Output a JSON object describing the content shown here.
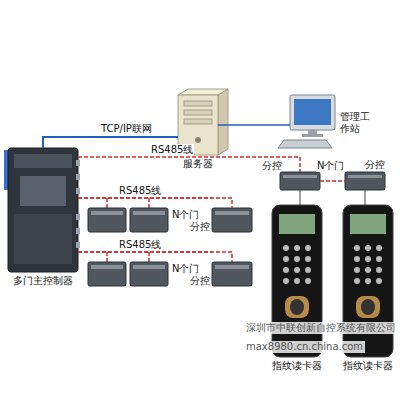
{
  "diagram": {
    "nodes": [
      {
        "text": [
          "多门主控制器"
        ]
      },
      {
        "text": [
          "服务器"
        ]
      },
      {
        "text": [
          "管理工作站"
        ]
      },
      {
        "text": [
          "分控"
        ]
      },
      {
        "text": [
          "分控"
        ]
      },
      {
        "text": [
          "指纹读卡器"
        ]
      },
      {
        "text": [
          "指纹读卡器"
        ]
      },
      {
        "text": [
          "分控"
        ]
      },
      {
        "text": [
          "分控"
        ]
      }
    ],
    "edges": [
      {
        "from": 0,
        "to": 1,
        "label": "TCP/IP联网",
        "arrow": "none"
      },
      {
        "from": 1,
        "to": 2,
        "arrow": "none"
      },
      {
        "from": 0,
        "to": 3,
        "label": "RS485线",
        "arrow": "none"
      },
      {
        "from": 3,
        "to": 4,
        "label": "N个门",
        "arrow": "none"
      },
      {
        "from": 3,
        "to": 5,
        "arrow": "none"
      },
      {
        "from": 4,
        "to": 6,
        "arrow": "none"
      },
      {
        "from": 0,
        "to": 7,
        "label": "RS485线",
        "arrow": "none"
      },
      {
        "from": 0,
        "to": 8,
        "label": "RS485线",
        "arrow": "none"
      }
    ],
    "labels": [
      "N个门",
      "N个门",
      "深圳市中联创新自控系统有限公司",
      "max8980.cn.china.com"
    ]
  }
}
